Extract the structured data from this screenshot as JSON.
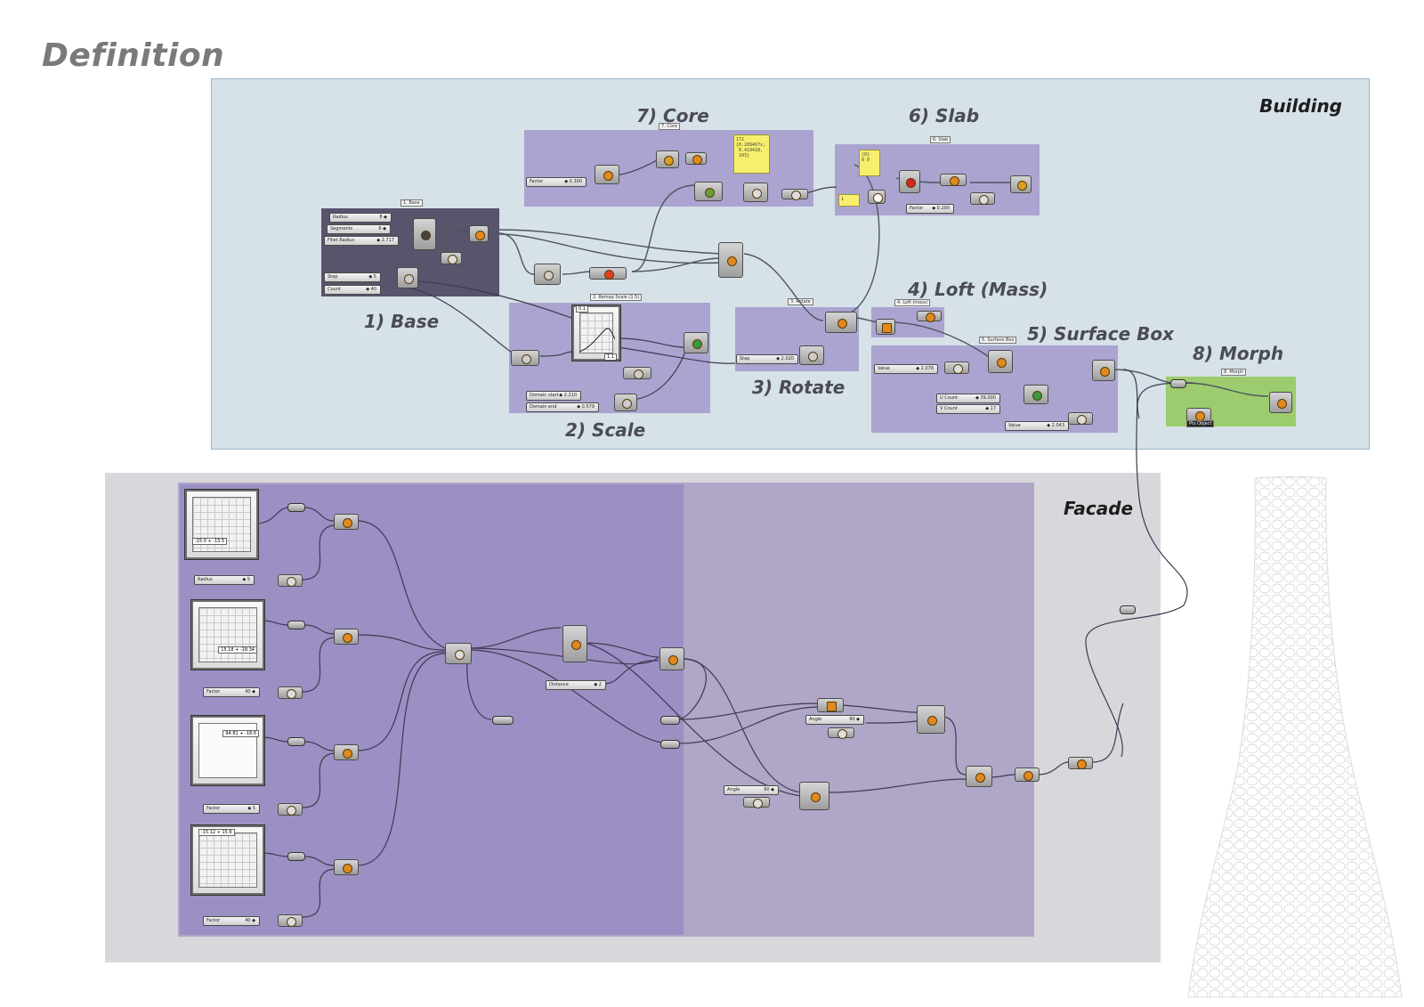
{
  "page": {
    "title": "Definition"
  },
  "panels": {
    "building": {
      "label": "Building"
    },
    "facade": {
      "label": "Facade"
    }
  },
  "groups": {
    "base": {
      "label": "1) Base",
      "tag": "1. Base"
    },
    "scale": {
      "label": "2) Scale",
      "tag": "2. Remap  Scale (1.5)"
    },
    "rotate": {
      "label": "3) Rotate",
      "tag": "3. Rotate"
    },
    "loft": {
      "label": "4) Loft (Mass)",
      "tag": "4. Loft (mass)"
    },
    "surface": {
      "label": "5) Surface Box",
      "tag": "5. Surface Box"
    },
    "slab": {
      "label": "6) Slab",
      "tag": "6. Slab"
    },
    "core": {
      "label": "7) Core",
      "tag": "7. Core"
    },
    "morph": {
      "label": "8) Morph",
      "tag": "8. Morph"
    }
  },
  "sliders": {
    "base_radius": {
      "label": "Radius",
      "value": "8 ◆"
    },
    "base_segments": {
      "label": "Segments",
      "value": "6 ◆"
    },
    "base_fillet": {
      "label": "Fillet Radius",
      "value": "◆ 2.717"
    },
    "base_step": {
      "label": "Step",
      "value": "◆ 5"
    },
    "base_count": {
      "label": "Count",
      "value": "◆ 40"
    },
    "core_factor": {
      "label": "Factor",
      "value": "◆ 0.300"
    },
    "scale_dstart": {
      "label": "Domain start",
      "value": "◆ 2.210"
    },
    "scale_dend": {
      "label": "Domain end",
      "value": "◆ 0.579"
    },
    "rotate_step": {
      "label": "Step",
      "value": "◆ 2.020"
    },
    "slab_factor": {
      "label": "Factor",
      "value": "◆ 0.200"
    },
    "surf_value": {
      "label": "Value",
      "value": "◆ 2.078"
    },
    "surf_ucount": {
      "label": "U Count",
      "value": "◆ 39.000"
    },
    "surf_vcount": {
      "label": "V Count",
      "value": "◆ 17"
    },
    "surf_value2": {
      "label": "Value",
      "value": "◆ 2.043"
    },
    "fac_radius": {
      "label": "Radius",
      "value": "◆ 5"
    },
    "fac_factor1": {
      "label": "Factor",
      "value": "40 ◆"
    },
    "fac_factor2": {
      "label": "Factor",
      "value": "◆ 5"
    },
    "fac_factor3": {
      "label": "Factor",
      "value": "40 ◆"
    },
    "fac_distance": {
      "label": "Distance",
      "value": "◆ 2"
    },
    "fac_angle1": {
      "label": "Angle",
      "value": "90 ◆"
    },
    "fac_angle2": {
      "label": "Angle",
      "value": "90 ◆"
    }
  },
  "panels_yellow": {
    "core_note": "172\n{0.289467x,\n 0.419418,\n 103}",
    "slab_note": "{0}\n0 0",
    "slab_input": "1"
  },
  "graph_ranges": {
    "scale_top": "0.1",
    "scale_bottom": "1.1",
    "fac1": "-15.0 + -15.5",
    "fac2": "15.18 + -18.34",
    "fac3": "94.81 + -18.6",
    "fac4": "-15.12 + 15.6"
  },
  "misc": {
    "morph_tag": "Pts Object"
  },
  "colors": {
    "building_bg": "#d6e1e8",
    "facade_bg": "#d8d7dc",
    "group_purple": "#aba4d0",
    "group_dark": "#57546b",
    "group_green": "#9ccc6e"
  }
}
